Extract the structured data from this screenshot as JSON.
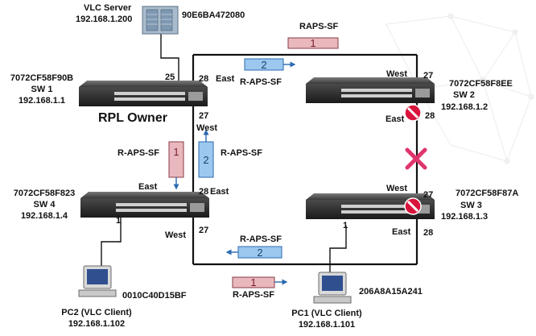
{
  "server": {
    "name": "VLC Server",
    "ip": "192.168.1.200",
    "mac": "90E6BA472080"
  },
  "sw1": {
    "mac": "7072CF58F90B",
    "name": "SW 1",
    "ip": "192.168.1.1",
    "role": "RPL Owner",
    "port_uplink": "25",
    "port_east": "28",
    "port_west": "27",
    "east_label": "East",
    "west_label": "West"
  },
  "sw2": {
    "mac": "7072CF58F8EE",
    "name": "SW 2",
    "ip": "192.168.1.2",
    "port_west": "27",
    "port_east": "28",
    "west_label": "West",
    "east_label": "East"
  },
  "sw3": {
    "mac": "7072CF58F87A",
    "name": "SW 3",
    "ip": "192.168.1.3",
    "port_west": "27",
    "port_east": "28",
    "west_label": "West",
    "east_label": "East",
    "port_client": "1"
  },
  "sw4": {
    "mac": "7072CF58F823",
    "name": "SW 4",
    "ip": "192.168.1.4",
    "port_east": "28",
    "port_west": "27",
    "east_label": "East",
    "west_label": "West",
    "port_client": "1"
  },
  "pc1": {
    "name": "PC1 (VLC Client)",
    "ip": "192.168.1.101",
    "mac": "206A8A15A241"
  },
  "pc2": {
    "name": "PC2 (VLC Client)",
    "ip": "192.168.1.102",
    "mac": "0010C40D15BF"
  },
  "messages": {
    "raps_top": "RAPS-SF",
    "raps_top_num": "1",
    "raps_sw1_east": "R-APS-SF",
    "raps_sw1_east_num": "2",
    "raps_left_down": "R-APS-SF",
    "raps_left_down_num": "1",
    "raps_left_up": "R-APS-SF",
    "raps_left_up_num": "2",
    "raps_bottom_mid": "R-APS-SF",
    "raps_bottom_mid_num": "2",
    "raps_bottom_low": "R-APS-SF",
    "raps_bottom_low_num": "1"
  },
  "colors": {
    "msg1_fill": "#e8b8be",
    "msg2_fill": "#9cc8ef",
    "blocked": "#d9143b",
    "failure_mark": "#e0356b",
    "ring": "#111111"
  }
}
